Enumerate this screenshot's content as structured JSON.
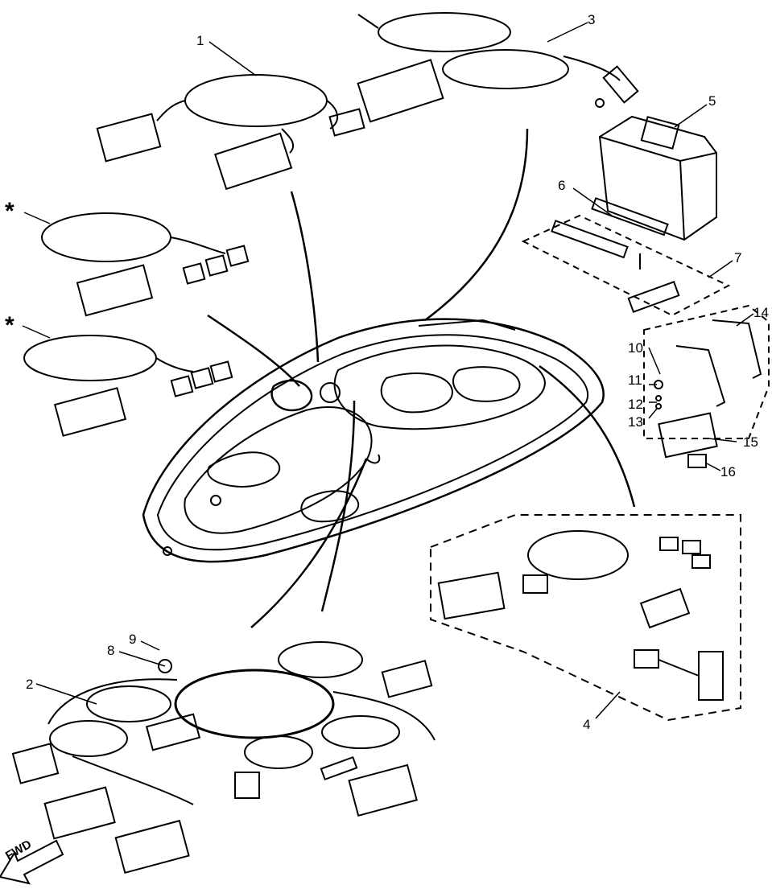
{
  "callouts": {
    "c1": "1",
    "c2": "2",
    "c3": "3",
    "c4": "4",
    "c5": "5",
    "c6": "6",
    "c7": "7",
    "c8": "8",
    "c9": "9",
    "c10": "10",
    "c11": "11",
    "c12": "12",
    "c13": "13",
    "c14": "14",
    "c15": "15",
    "c16": "16",
    "star_a": "*",
    "star_b": "*"
  },
  "fwd_label": "FWD",
  "colors": {
    "line": "#000000",
    "background": "#ffffff"
  }
}
